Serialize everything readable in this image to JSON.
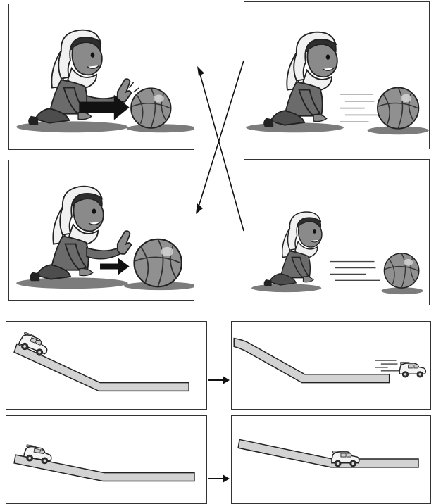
{
  "colors": {
    "skin": "#8a8a8a",
    "hair": "#2e2e2e",
    "scarf": "#f1f1f1",
    "shirt": "#6b6b6b",
    "pants": "#4d4d4d",
    "shadow": "#7c7c7c",
    "ball": "#909090",
    "ball_highlight": "#d6d6d6",
    "ramp": "#d3d3d3",
    "stroke": "#222222",
    "arrow": "#111111"
  },
  "icons": {
    "girl": "girl-kneeling-icon",
    "ball": "basketball-icon",
    "car": "toy-car-icon",
    "push_arrow": "push-arrow-icon",
    "connector_arrow": "right-arrow-icon"
  },
  "panels": [
    {
      "id": "push-strong",
      "push_strength": 1.0,
      "ball_motion": "still"
    },
    {
      "id": "ball-fast",
      "motion_lines": 5
    },
    {
      "id": "push-weak",
      "push_strength": 0.55,
      "ball_motion": "still"
    },
    {
      "id": "ball-slow",
      "motion_lines": 4
    },
    {
      "id": "ramp-steep-start",
      "slope": "steep",
      "car_position": "top"
    },
    {
      "id": "ramp-steep-end",
      "slope": "steep",
      "car_position": "end",
      "motion_lines": 4
    },
    {
      "id": "ramp-gentle-start",
      "slope": "gentle",
      "car_position": "top"
    },
    {
      "id": "ramp-gentle-end",
      "slope": "gentle",
      "car_position": "middle"
    }
  ]
}
